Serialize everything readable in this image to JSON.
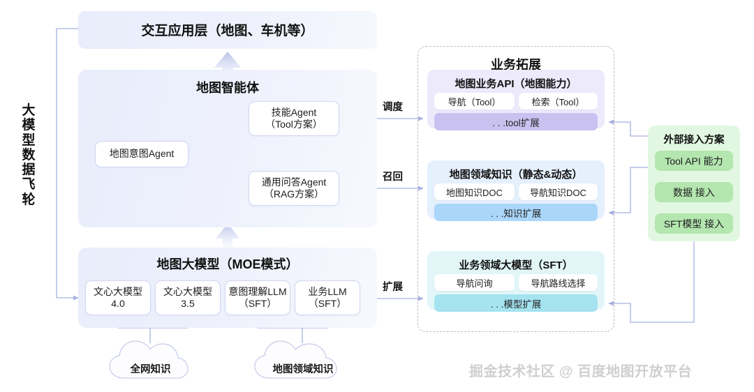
{
  "diagram": {
    "flywheel_label": "大模型数据飞轮",
    "watermark": "掘金技术社区 @ 百度地图开放平台"
  },
  "app_layer": {
    "title": "交互应用层（地图、车机等）"
  },
  "agent_panel": {
    "title": "地图智能体",
    "intent_agent": "地图意图Agent",
    "skill_agent_line1": "技能Agent",
    "skill_agent_line2": "（Tool方案）",
    "qa_agent_line1": "通用问答Agent",
    "qa_agent_line2": "（RAG方案）"
  },
  "moe_panel": {
    "title": "地图大模型（MOE模式）",
    "models": [
      {
        "line1": "文心大模型",
        "line2": "4.0"
      },
      {
        "line1": "文心大模型",
        "line2": "3.5"
      },
      {
        "line1": "意图理解LLM",
        "line2": "（SFT）"
      },
      {
        "line1": "业务LLM",
        "line2": "（SFT）"
      }
    ]
  },
  "business_panel": {
    "title": "业务拓展",
    "api_card": {
      "title": "地图业务API（地图能力）",
      "chips": [
        "导航（Tool）",
        "检索（Tool）"
      ],
      "extension": ". . .tool扩展"
    },
    "knowledge_card": {
      "title": "地图领域知识（静态&动态）",
      "chips": [
        "地图知识DOC",
        "导航知识DOC"
      ],
      "extension": ". . .知识扩展"
    },
    "sft_card": {
      "title": "业务领域大模型（SFT）",
      "chips": [
        "导航问询",
        "导航路线选择"
      ],
      "extension": ". . .模型扩展"
    }
  },
  "external_panel": {
    "title": "外部接入方案",
    "items": [
      "Tool API 能力",
      "数据 接入",
      "SFT模型 接入"
    ]
  },
  "wire_labels": {
    "dispatch": "调度",
    "recall": "召回",
    "expand": "扩展"
  },
  "clouds": [
    {
      "label": "全网知识"
    },
    {
      "label": "地图领域知识"
    }
  ],
  "colors": {
    "panel_blue": "#e9edfb",
    "api_card": "#eceafb",
    "api_extension": "#c9c2f0",
    "knowledge_card": "#e5f0fd",
    "knowledge_extension": "#aad6fa",
    "sft_card": "#e2f6f8",
    "sft_extension": "#a5e3f0",
    "external_panel": "#e2f7e1",
    "external_chip": "#b4e6af",
    "wire": "#a7b0e0",
    "dashed_border": "#b9bcc7"
  }
}
